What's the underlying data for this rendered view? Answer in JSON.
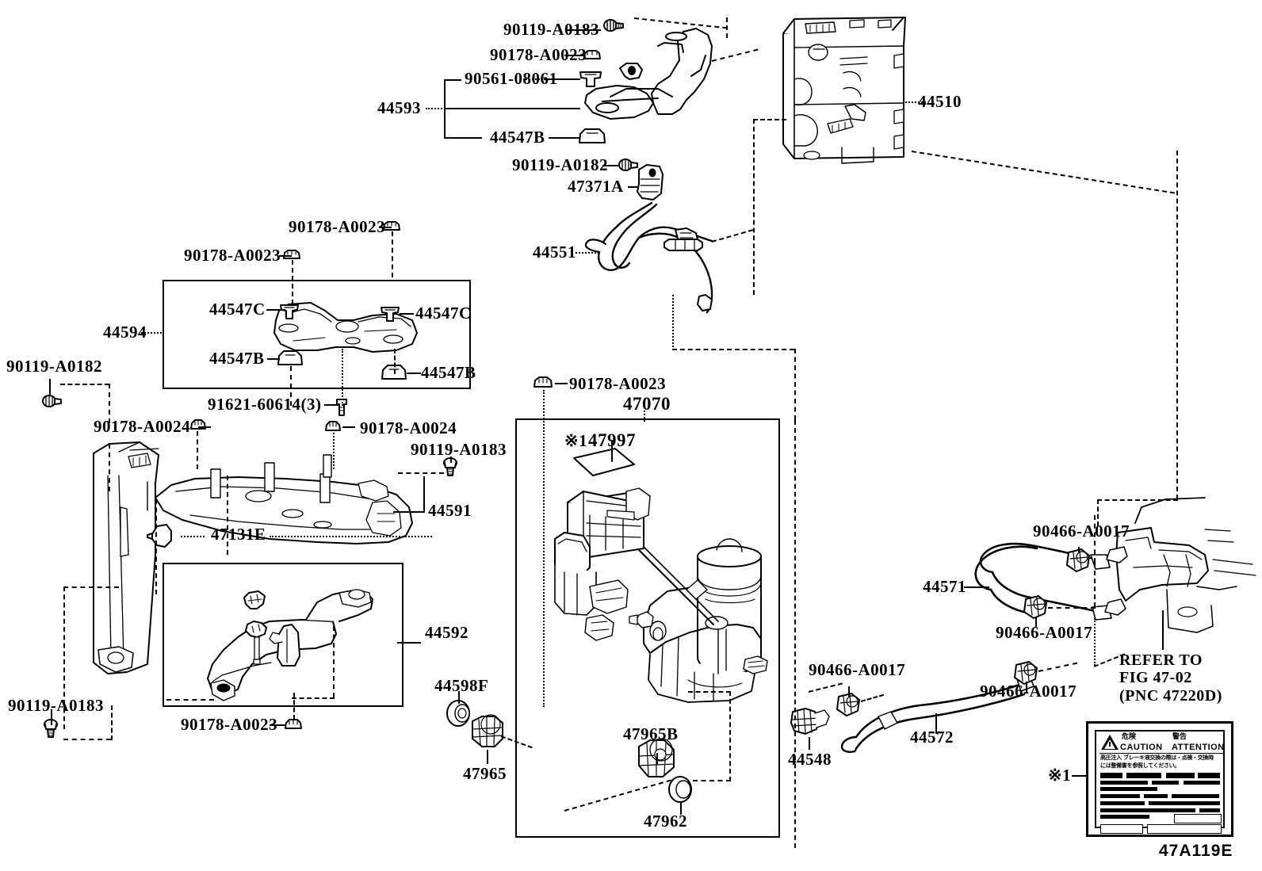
{
  "diagram": {
    "code": "47A119E",
    "note_marker": "※1",
    "refer_note": "REFER TO\nFIG 47-02\n(PNC 47220D)"
  },
  "parts": {
    "p_90119_a0183_top": {
      "label": "90119-A0183"
    },
    "p_90178_a0023_top": {
      "label": "90178-A0023"
    },
    "p_90561_08061": {
      "label": "90561-08061"
    },
    "p_44593": {
      "label": "44593"
    },
    "p_44547b_top": {
      "label": "44547B"
    },
    "p_90119_a0182_mid": {
      "label": "90119-A0182"
    },
    "p_47371a": {
      "label": "47371A"
    },
    "p_44551": {
      "label": "44551"
    },
    "p_44510": {
      "label": "44510"
    },
    "p_90178_a0023_b": {
      "label": "90178-A0023"
    },
    "p_90178_a0023_c": {
      "label": "90178-A0023"
    },
    "p_44594": {
      "label": "44594"
    },
    "p_44547c_l": {
      "label": "44547C"
    },
    "p_44547c_r": {
      "label": "44547C"
    },
    "p_44547b_l": {
      "label": "44547B"
    },
    "p_44547b_r": {
      "label": "44547B"
    },
    "p_91621_60614": {
      "label": "91621-60614(3)"
    },
    "p_90119_a0182_left": {
      "label": "90119-A0182"
    },
    "p_90178_a0024_l": {
      "label": "90178-A0024"
    },
    "p_90178_a0024_r": {
      "label": "90178-A0024"
    },
    "p_90119_a0183_r": {
      "label": "90119-A0183"
    },
    "p_44591": {
      "label": "44591"
    },
    "p_47131e": {
      "label": "47131E"
    },
    "p_44592": {
      "label": "44592"
    },
    "p_90178_a0023_d": {
      "label": "90178-A0023"
    },
    "p_90119_a0183_bl": {
      "label": "90119-A0183"
    },
    "p_44598f": {
      "label": "44598F"
    },
    "p_47965": {
      "label": "47965"
    },
    "p_90178_a0023_e": {
      "label": "90178-A0023"
    },
    "p_47070": {
      "label": "47070"
    },
    "p_47997": {
      "label": "47997",
      "marker": "※1"
    },
    "p_47965b": {
      "label": "47965B"
    },
    "p_47962": {
      "label": "47962"
    },
    "p_90466_a0017_a": {
      "label": "90466-A0017"
    },
    "p_90466_a0017_b": {
      "label": "90466-A0017"
    },
    "p_90466_a0017_c": {
      "label": "90466-A0017"
    },
    "p_90466_a0017_d": {
      "label": "90466-A0017"
    },
    "p_44571": {
      "label": "44571"
    },
    "p_44572": {
      "label": "44572"
    },
    "p_44548": {
      "label": "44548"
    }
  },
  "caution": {
    "jp_danger": "危険",
    "jp_warning": "警告",
    "en_caution": "CAUTION",
    "en_attention": "ATTENTION",
    "body_jp_1": "高圧注入 ブレーキ液交換の際は・点検・交換時",
    "body_jp_2": "には整備書を参照してください。"
  }
}
